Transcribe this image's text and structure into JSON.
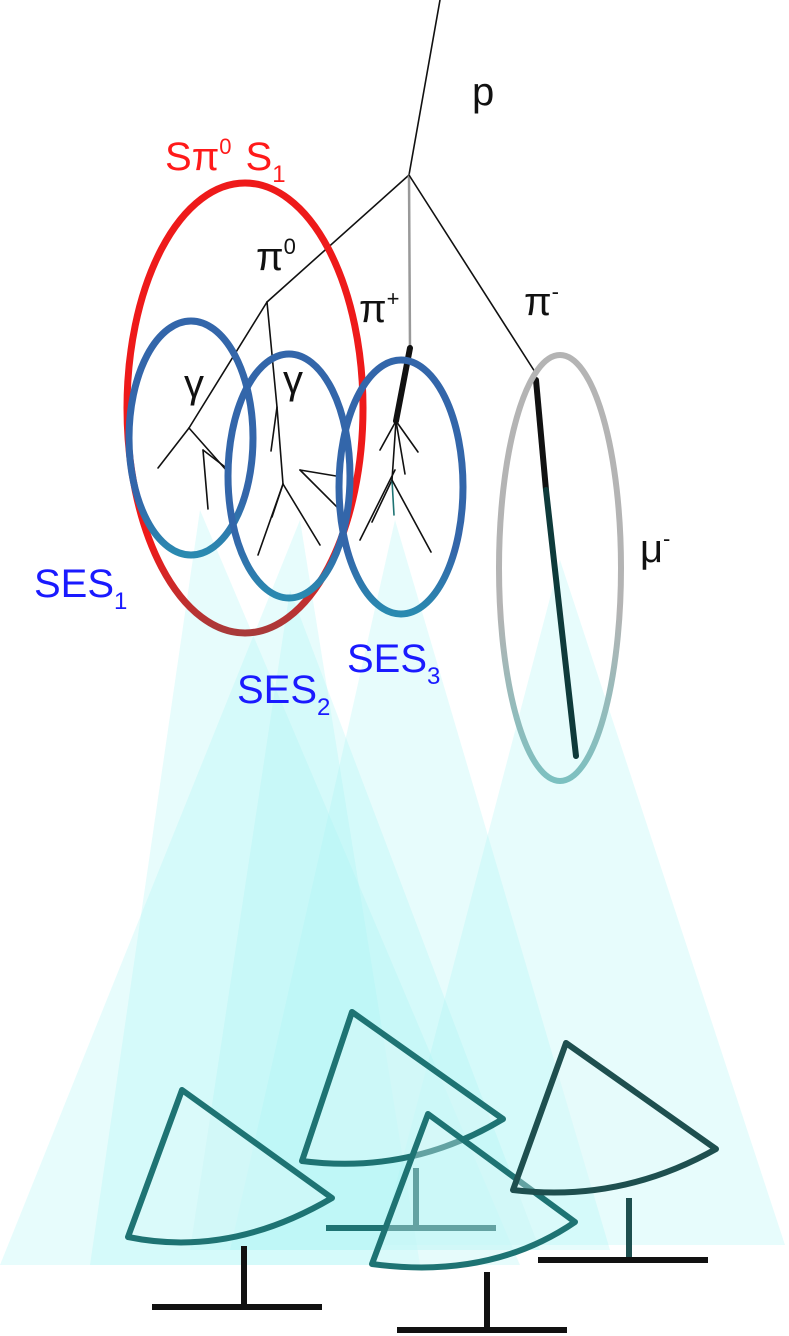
{
  "labels": {
    "p": "p",
    "pi0_prefix": "π",
    "pi0_sup": "0",
    "pi_plus_prefix": "π",
    "pi_plus_sup": "+",
    "pi_minus_prefix": "π",
    "pi_minus_sup": "-",
    "gamma1": "γ",
    "gamma2": "γ",
    "mu_prefix": "μ",
    "mu_sup": "-",
    "spi0_S": "S",
    "spi0_pi": "π",
    "spi0_sup": "0",
    "spi0_S1": "S",
    "spi0_S1_sub": "1",
    "ses1": "SES",
    "ses1_sub": "1",
    "ses2": "SES",
    "ses2_sub": "2",
    "ses3": "SES",
    "ses3_sub": "3"
  },
  "colors": {
    "red_ellipse": "#ee1a1a",
    "blue_ellipse": "#3366aa",
    "grey_ellipse": "#b4b4b4",
    "light_cone": "#aaf6f6",
    "telescope": "#1e7373",
    "tracks": "#111111",
    "text_black": "#111111",
    "text_red": "#ff1a1a",
    "text_blue": "#1a1aff"
  }
}
